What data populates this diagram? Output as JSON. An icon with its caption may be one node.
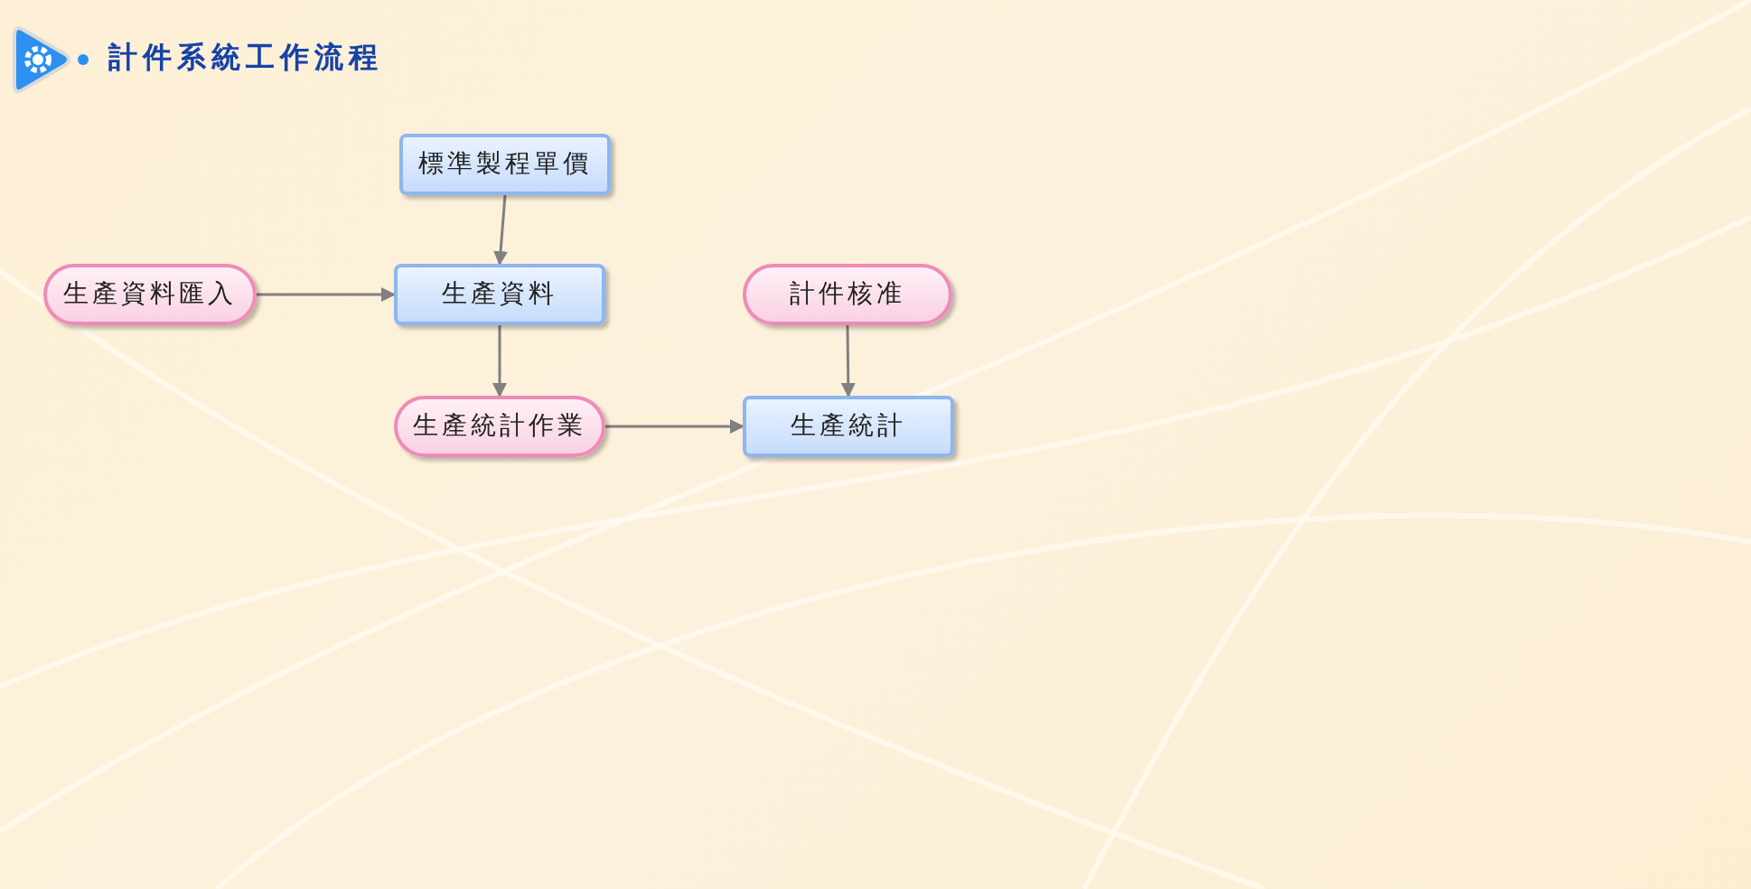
{
  "diagram": {
    "title": "計件系統工作流程",
    "nodes": [
      {
        "text": [
          "標準製程單價"
        ]
      },
      {
        "text": [
          "生產資料匯入"
        ]
      },
      {
        "text": [
          "生產資料"
        ]
      },
      {
        "text": [
          "計件核准"
        ]
      },
      {
        "text": [
          "生產統計作業"
        ]
      },
      {
        "text": [
          "生產統計"
        ]
      }
    ],
    "edges": [
      {
        "from": 0,
        "to": 2,
        "arrow": "to"
      },
      {
        "from": 1,
        "to": 2,
        "arrow": "to"
      },
      {
        "from": 2,
        "to": 4,
        "arrow": "to"
      },
      {
        "from": 3,
        "to": 5,
        "arrow": "to"
      },
      {
        "from": 4,
        "to": 5,
        "arrow": "to"
      }
    ]
  }
}
